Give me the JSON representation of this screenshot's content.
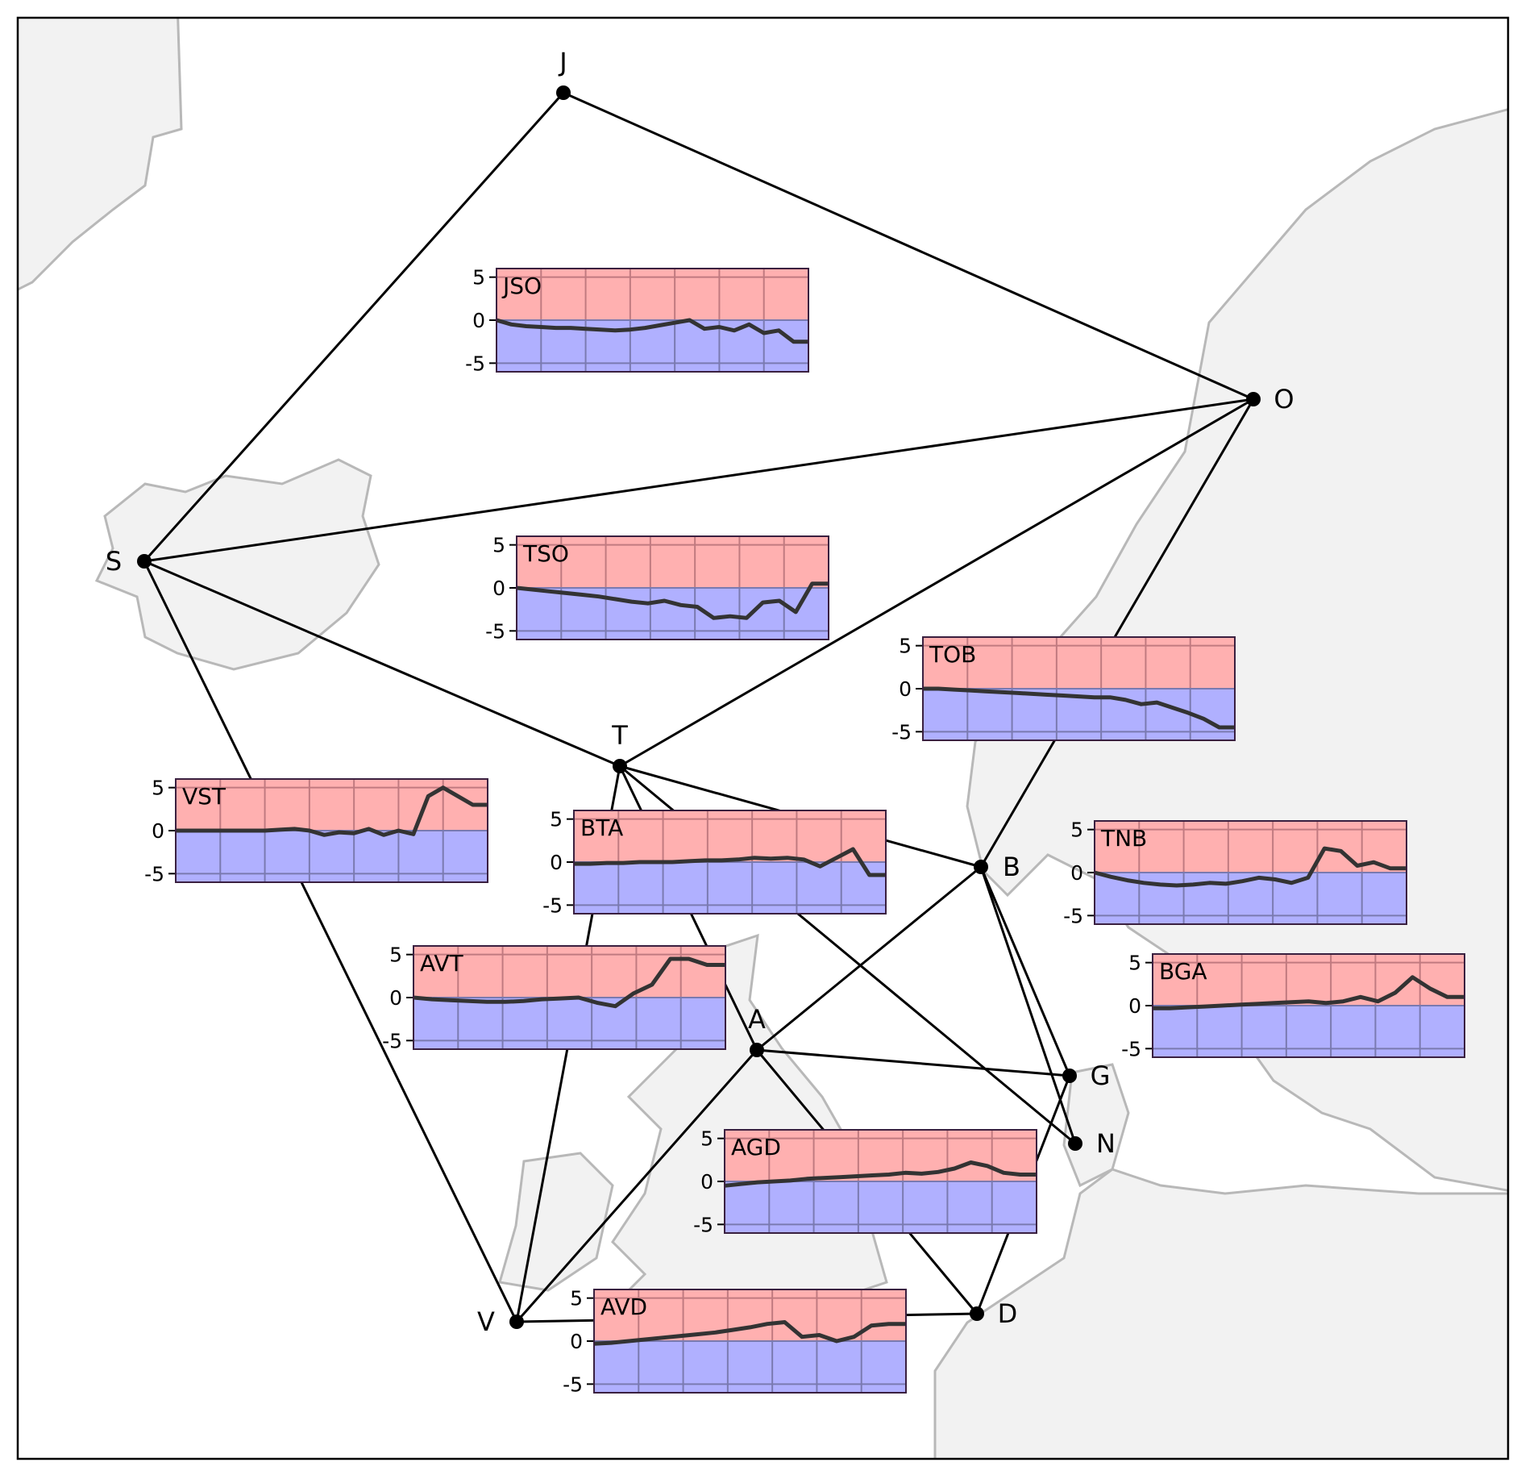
{
  "colors": {
    "positive": "#ffb0b0",
    "negative": "#b0b0ff",
    "line": "#333333",
    "land": "#f2f2f2",
    "coast": "#b8b8b8"
  },
  "nodes": [
    {
      "id": "J",
      "label": "J"
    },
    {
      "id": "O",
      "label": "O"
    },
    {
      "id": "S",
      "label": "S"
    },
    {
      "id": "T",
      "label": "T"
    },
    {
      "id": "B",
      "label": "B"
    },
    {
      "id": "A",
      "label": "A"
    },
    {
      "id": "G",
      "label": "G"
    },
    {
      "id": "N",
      "label": "N"
    },
    {
      "id": "V",
      "label": "V"
    },
    {
      "id": "D",
      "label": "D"
    }
  ],
  "edges": [
    [
      "J",
      "S"
    ],
    [
      "J",
      "O"
    ],
    [
      "S",
      "O"
    ],
    [
      "S",
      "T"
    ],
    [
      "S",
      "V"
    ],
    [
      "T",
      "O"
    ],
    [
      "T",
      "B"
    ],
    [
      "T",
      "A"
    ],
    [
      "T",
      "N"
    ],
    [
      "T",
      "V"
    ],
    [
      "O",
      "B"
    ],
    [
      "B",
      "A"
    ],
    [
      "B",
      "G"
    ],
    [
      "B",
      "N"
    ],
    [
      "A",
      "V"
    ],
    [
      "A",
      "G"
    ],
    [
      "A",
      "D"
    ],
    [
      "V",
      "D"
    ],
    [
      "G",
      "D"
    ]
  ],
  "chart_data": {
    "type": "line",
    "ylim": [
      -6,
      6
    ],
    "yticks": [
      "5",
      "0",
      "-5"
    ],
    "ytick_values": [
      5,
      0,
      -5
    ],
    "insets": [
      {
        "label": "JSO",
        "values": [
          0,
          -0.5,
          -0.7,
          -0.8,
          -0.9,
          -0.9,
          -1,
          -1.1,
          -1.2,
          -1.1,
          -0.9,
          -0.6,
          -0.3,
          0,
          -1,
          -0.8,
          -1.2,
          -0.5,
          -1.5,
          -1.2,
          -2.5,
          -2.5
        ]
      },
      {
        "label": "TSO",
        "values": [
          0,
          -0.2,
          -0.4,
          -0.6,
          -0.8,
          -1,
          -1.3,
          -1.6,
          -1.8,
          -1.5,
          -2,
          -2.2,
          -3.5,
          -3.3,
          -3.5,
          -1.7,
          -1.5,
          -2.8,
          0.5,
          0.5
        ]
      },
      {
        "label": "TOB",
        "values": [
          0,
          0,
          -0.1,
          -0.2,
          -0.3,
          -0.4,
          -0.5,
          -0.6,
          -0.7,
          -0.8,
          -0.9,
          -1,
          -1,
          -1.3,
          -1.8,
          -1.6,
          -2.2,
          -2.8,
          -3.5,
          -4.5,
          -4.5
        ]
      },
      {
        "label": "VST",
        "values": [
          0,
          0,
          0,
          0,
          0,
          0,
          0,
          0.1,
          0.2,
          0,
          -0.5,
          -0.2,
          -0.3,
          0.2,
          -0.5,
          0,
          -0.4,
          4,
          5,
          4,
          3,
          3
        ]
      },
      {
        "label": "BTA",
        "values": [
          -0.2,
          -0.2,
          -0.1,
          -0.1,
          0,
          0,
          0,
          0.1,
          0.2,
          0.2,
          0.3,
          0.5,
          0.4,
          0.5,
          0.3,
          -0.5,
          0.5,
          1.5,
          -1.5,
          -1.5
        ]
      },
      {
        "label": "TNB",
        "values": [
          0,
          -0.5,
          -0.9,
          -1.2,
          -1.4,
          -1.5,
          -1.4,
          -1.2,
          -1.3,
          -1,
          -0.6,
          -0.8,
          -1.2,
          -0.6,
          2.8,
          2.5,
          0.8,
          1.2,
          0.5,
          0.5
        ]
      },
      {
        "label": "AVT",
        "values": [
          0,
          -0.2,
          -0.3,
          -0.4,
          -0.5,
          -0.5,
          -0.4,
          -0.2,
          -0.1,
          0,
          -0.6,
          -1,
          0.5,
          1.5,
          4.5,
          4.5,
          3.8,
          3.8
        ]
      },
      {
        "label": "BGA",
        "values": [
          -0.3,
          -0.3,
          -0.2,
          -0.1,
          0,
          0.1,
          0.2,
          0.3,
          0.4,
          0.5,
          0.3,
          0.5,
          1,
          0.5,
          1.5,
          3.3,
          2,
          1,
          1
        ]
      },
      {
        "label": "AGD",
        "values": [
          -0.5,
          -0.3,
          -0.1,
          0,
          0.1,
          0.3,
          0.4,
          0.5,
          0.6,
          0.7,
          0.8,
          1,
          0.9,
          1.1,
          1.5,
          2.2,
          1.8,
          1,
          0.8,
          0.8
        ]
      },
      {
        "label": "AVD",
        "values": [
          -0.3,
          -0.2,
          0,
          0.2,
          0.4,
          0.6,
          0.8,
          1,
          1.3,
          1.6,
          2,
          2.2,
          0.5,
          0.7,
          0,
          0.5,
          1.8,
          2,
          2
        ]
      }
    ]
  }
}
